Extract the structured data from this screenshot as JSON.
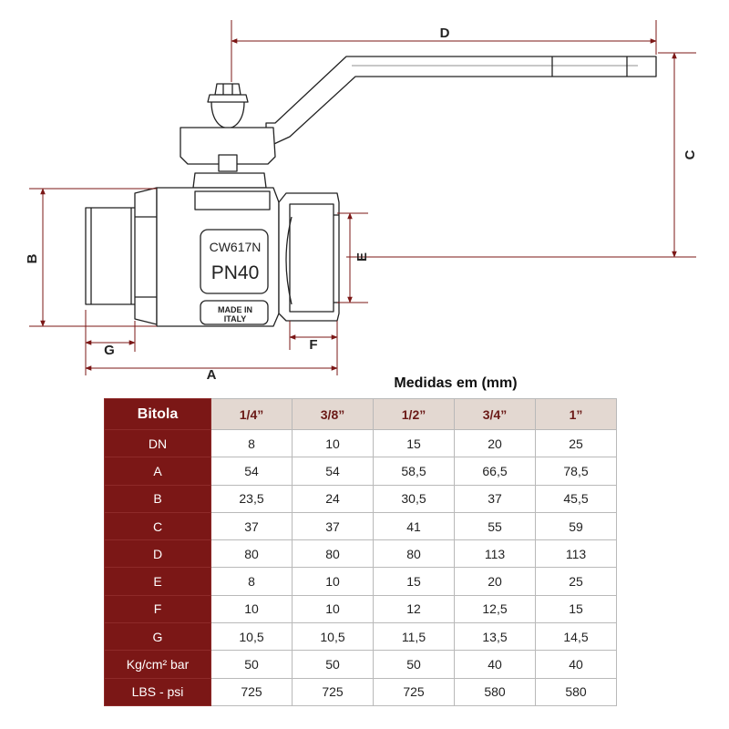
{
  "diagram": {
    "dim_labels": {
      "a": "A",
      "b": "B",
      "c": "C",
      "d": "D",
      "e": "E",
      "f": "F",
      "g": "G"
    },
    "stamp_top": "CW617N",
    "stamp_pn": "PN40",
    "stamp_made_1": "MADE IN",
    "stamp_made_2": "ITALY"
  },
  "table": {
    "title": "Medidas em (mm)",
    "header_label": "Bitola",
    "sizes": [
      "1/4”",
      "3/8”",
      "1/2”",
      "3/4”",
      "1”"
    ],
    "rows": [
      {
        "label": "DN",
        "values": [
          "8",
          "10",
          "15",
          "20",
          "25"
        ]
      },
      {
        "label": "A",
        "values": [
          "54",
          "54",
          "58,5",
          "66,5",
          "78,5"
        ]
      },
      {
        "label": "B",
        "values": [
          "23,5",
          "24",
          "30,5",
          "37",
          "45,5"
        ]
      },
      {
        "label": "C",
        "values": [
          "37",
          "37",
          "41",
          "55",
          "59"
        ]
      },
      {
        "label": "D",
        "values": [
          "80",
          "80",
          "80",
          "113",
          "113"
        ]
      },
      {
        "label": "E",
        "values": [
          "8",
          "10",
          "15",
          "20",
          "25"
        ]
      },
      {
        "label": "F",
        "values": [
          "10",
          "10",
          "12",
          "12,5",
          "15"
        ]
      },
      {
        "label": "G",
        "values": [
          "10,5",
          "10,5",
          "11,5",
          "13,5",
          "14,5"
        ]
      },
      {
        "label": "Kg/cm² bar",
        "values": [
          "50",
          "50",
          "50",
          "40",
          "40"
        ]
      },
      {
        "label": "LBS - psi",
        "values": [
          "725",
          "725",
          "725",
          "580",
          "580"
        ]
      }
    ]
  },
  "colors": {
    "accent": "#7b1716",
    "header_bg": "#e3d8d1",
    "dimension_line": "#7b1716"
  }
}
